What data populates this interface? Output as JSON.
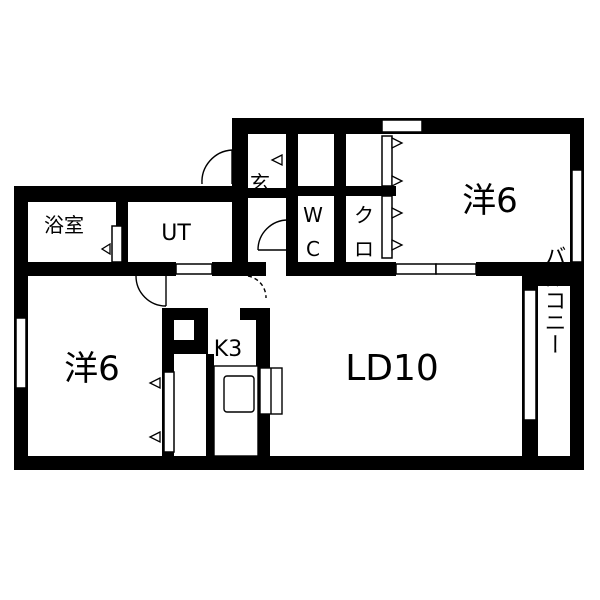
{
  "rooms": {
    "bath": "浴室",
    "utility": "UT",
    "entrance": "玄",
    "wc_top": "W",
    "wc_bottom": "C",
    "closet_top": "ク",
    "closet_bottom": "ロ",
    "bedroom_ne": "洋6",
    "bedroom_w": "洋6",
    "kitchen": "K3",
    "living": "LD10",
    "balcony": "バルコニー"
  },
  "colors": {
    "wall": "#000000",
    "background": "#ffffff"
  }
}
